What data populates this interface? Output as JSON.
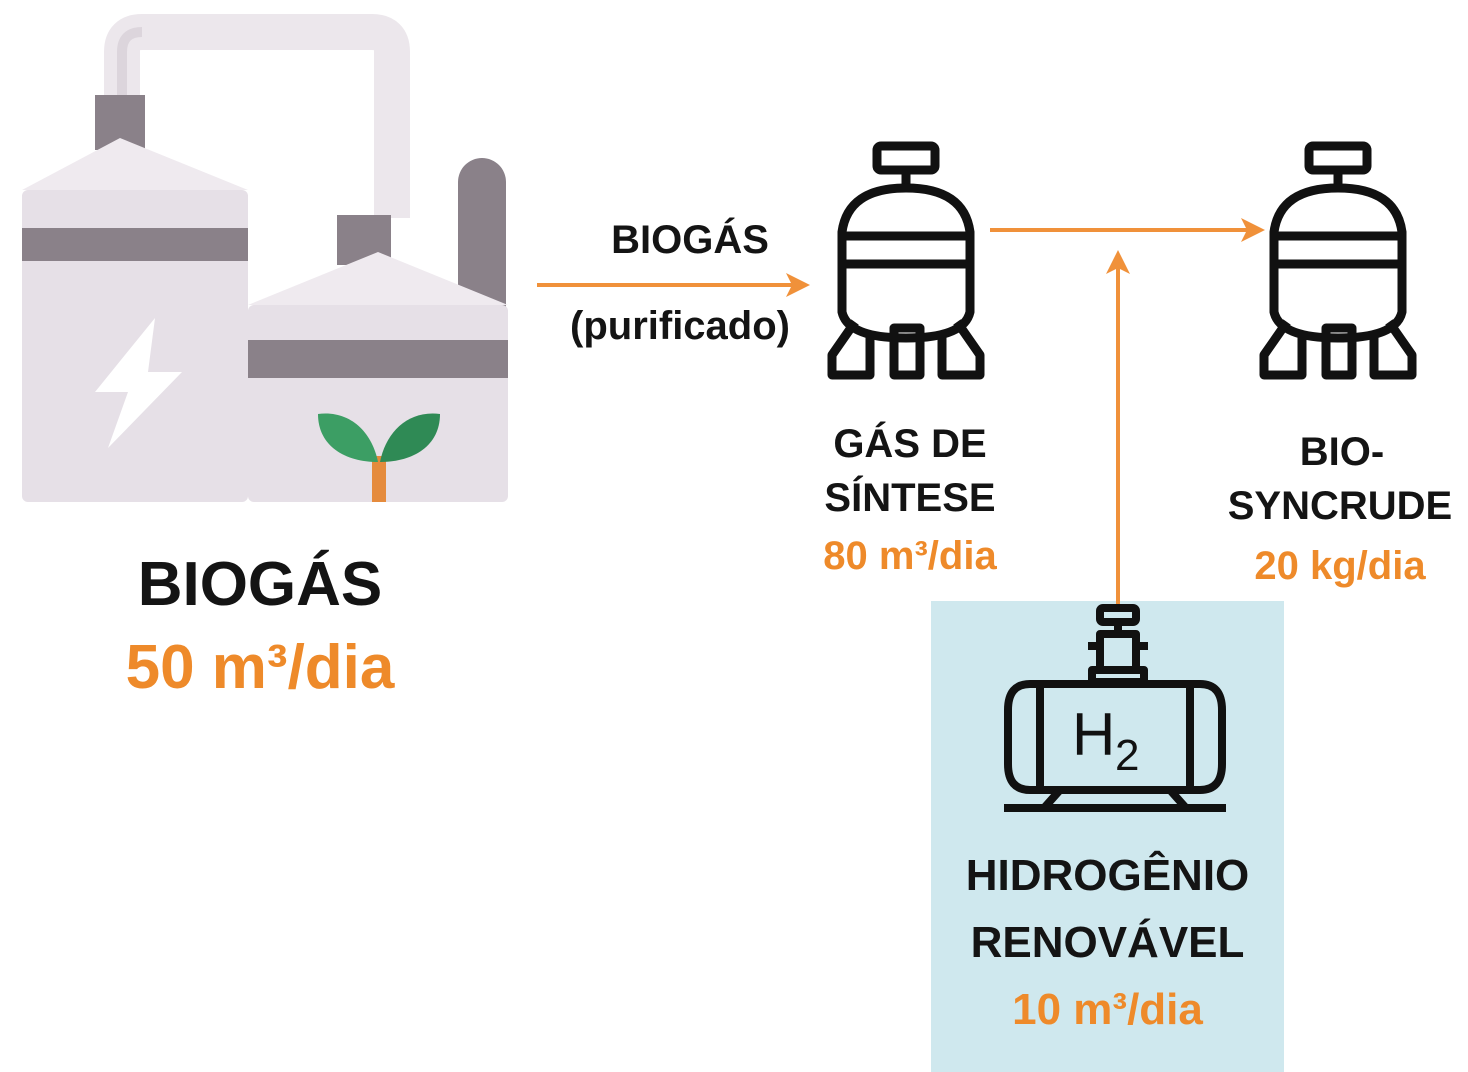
{
  "colors": {
    "arrow": "#f0913a",
    "quantity": "#ee8a2a",
    "h2_highlight": "#cfe8ee",
    "text": "#141414",
    "plant_body": "#e6e0e7",
    "plant_band": "#8a8189",
    "leaf": "#3c9e64"
  },
  "biogas_plant": {
    "icon": "biogas-plant-icon",
    "title": "BIOGÁS",
    "quantity": "50 m³/dia"
  },
  "flow_arrow": {
    "label_top": "BIOGÁS",
    "label_bottom": "(purificado)"
  },
  "syngas": {
    "icon": "tank-icon",
    "title_line1": "GÁS DE",
    "title_line2": "SÍNTESE",
    "quantity": "80 m³/dia"
  },
  "biosyncrude": {
    "icon": "tank-icon",
    "title_line1": "BIO-",
    "title_line2": "SYNCRUDE",
    "quantity": "20 kg/dia"
  },
  "hydrogen": {
    "icon": "hydrogen-tank-icon",
    "symbol": "H",
    "subscript": "2",
    "title_line1": "HIDROGÊNIO",
    "title_line2": "RENOVÁVEL",
    "quantity": "10 m³/dia"
  }
}
